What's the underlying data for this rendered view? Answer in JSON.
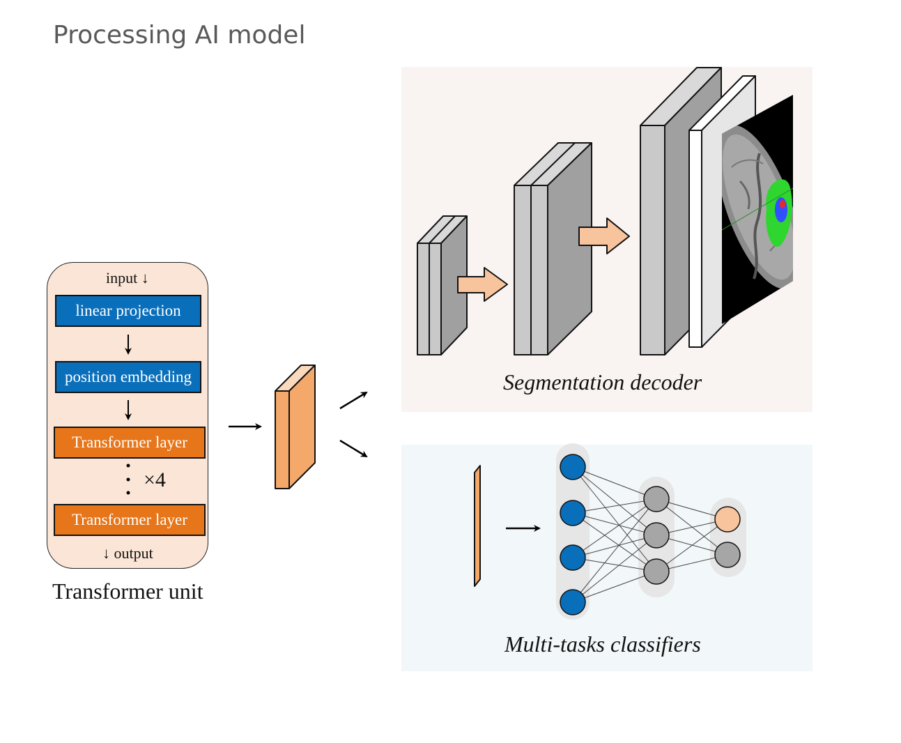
{
  "title": "Processing AI model",
  "transformer_unit": {
    "input_label": "input ↓",
    "blocks": {
      "linear_projection": "linear projection",
      "position_embedding": "position embedding",
      "transformer_layer_first": "Transformer layer",
      "transformer_layer_last": "Transformer layer"
    },
    "repeat_label": "×4",
    "output_label": "↓ output",
    "caption": "Transformer unit"
  },
  "segmentation_decoder": {
    "caption": "Segmentation decoder"
  },
  "classifiers": {
    "caption": "Multi-tasks classifiers",
    "layers": [
      4,
      3,
      2
    ]
  },
  "colors": {
    "title_text": "#595959",
    "unit_background": "#fbe5d6",
    "blue_block": "#0a6fba",
    "orange_block": "#e67619",
    "feature_orange": "#f4a86a",
    "arrow_fill": "#f8c49d",
    "segmentation_panel": "#f9f4f1",
    "classifier_panel": "#f2f7fa",
    "node_blue": "#0a6fba",
    "node_gray": "#a6a6a6",
    "node_orange": "#f8c49d",
    "tumor_green": "#2fd62f",
    "tumor_blue": "#3050ff",
    "tumor_red": "#e6282e"
  }
}
